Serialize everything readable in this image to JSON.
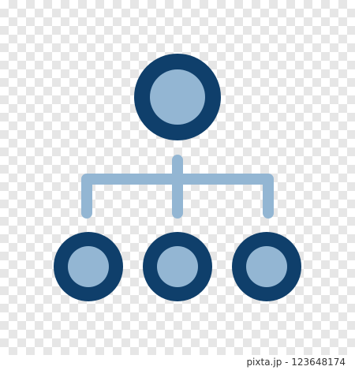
{
  "colors": {
    "node_ring": "#0f3f6b",
    "node_fill": "#93b6d3",
    "connector": "#93b6d3"
  },
  "icon": {
    "name": "org-chart-icon",
    "nodes": [
      {
        "name": "top-node",
        "level": 1
      },
      {
        "name": "child-node-left",
        "level": 2
      },
      {
        "name": "child-node-middle",
        "level": 2
      },
      {
        "name": "child-node-right",
        "level": 2
      }
    ]
  },
  "credit": {
    "text": "pixta.jp - 123648174"
  }
}
